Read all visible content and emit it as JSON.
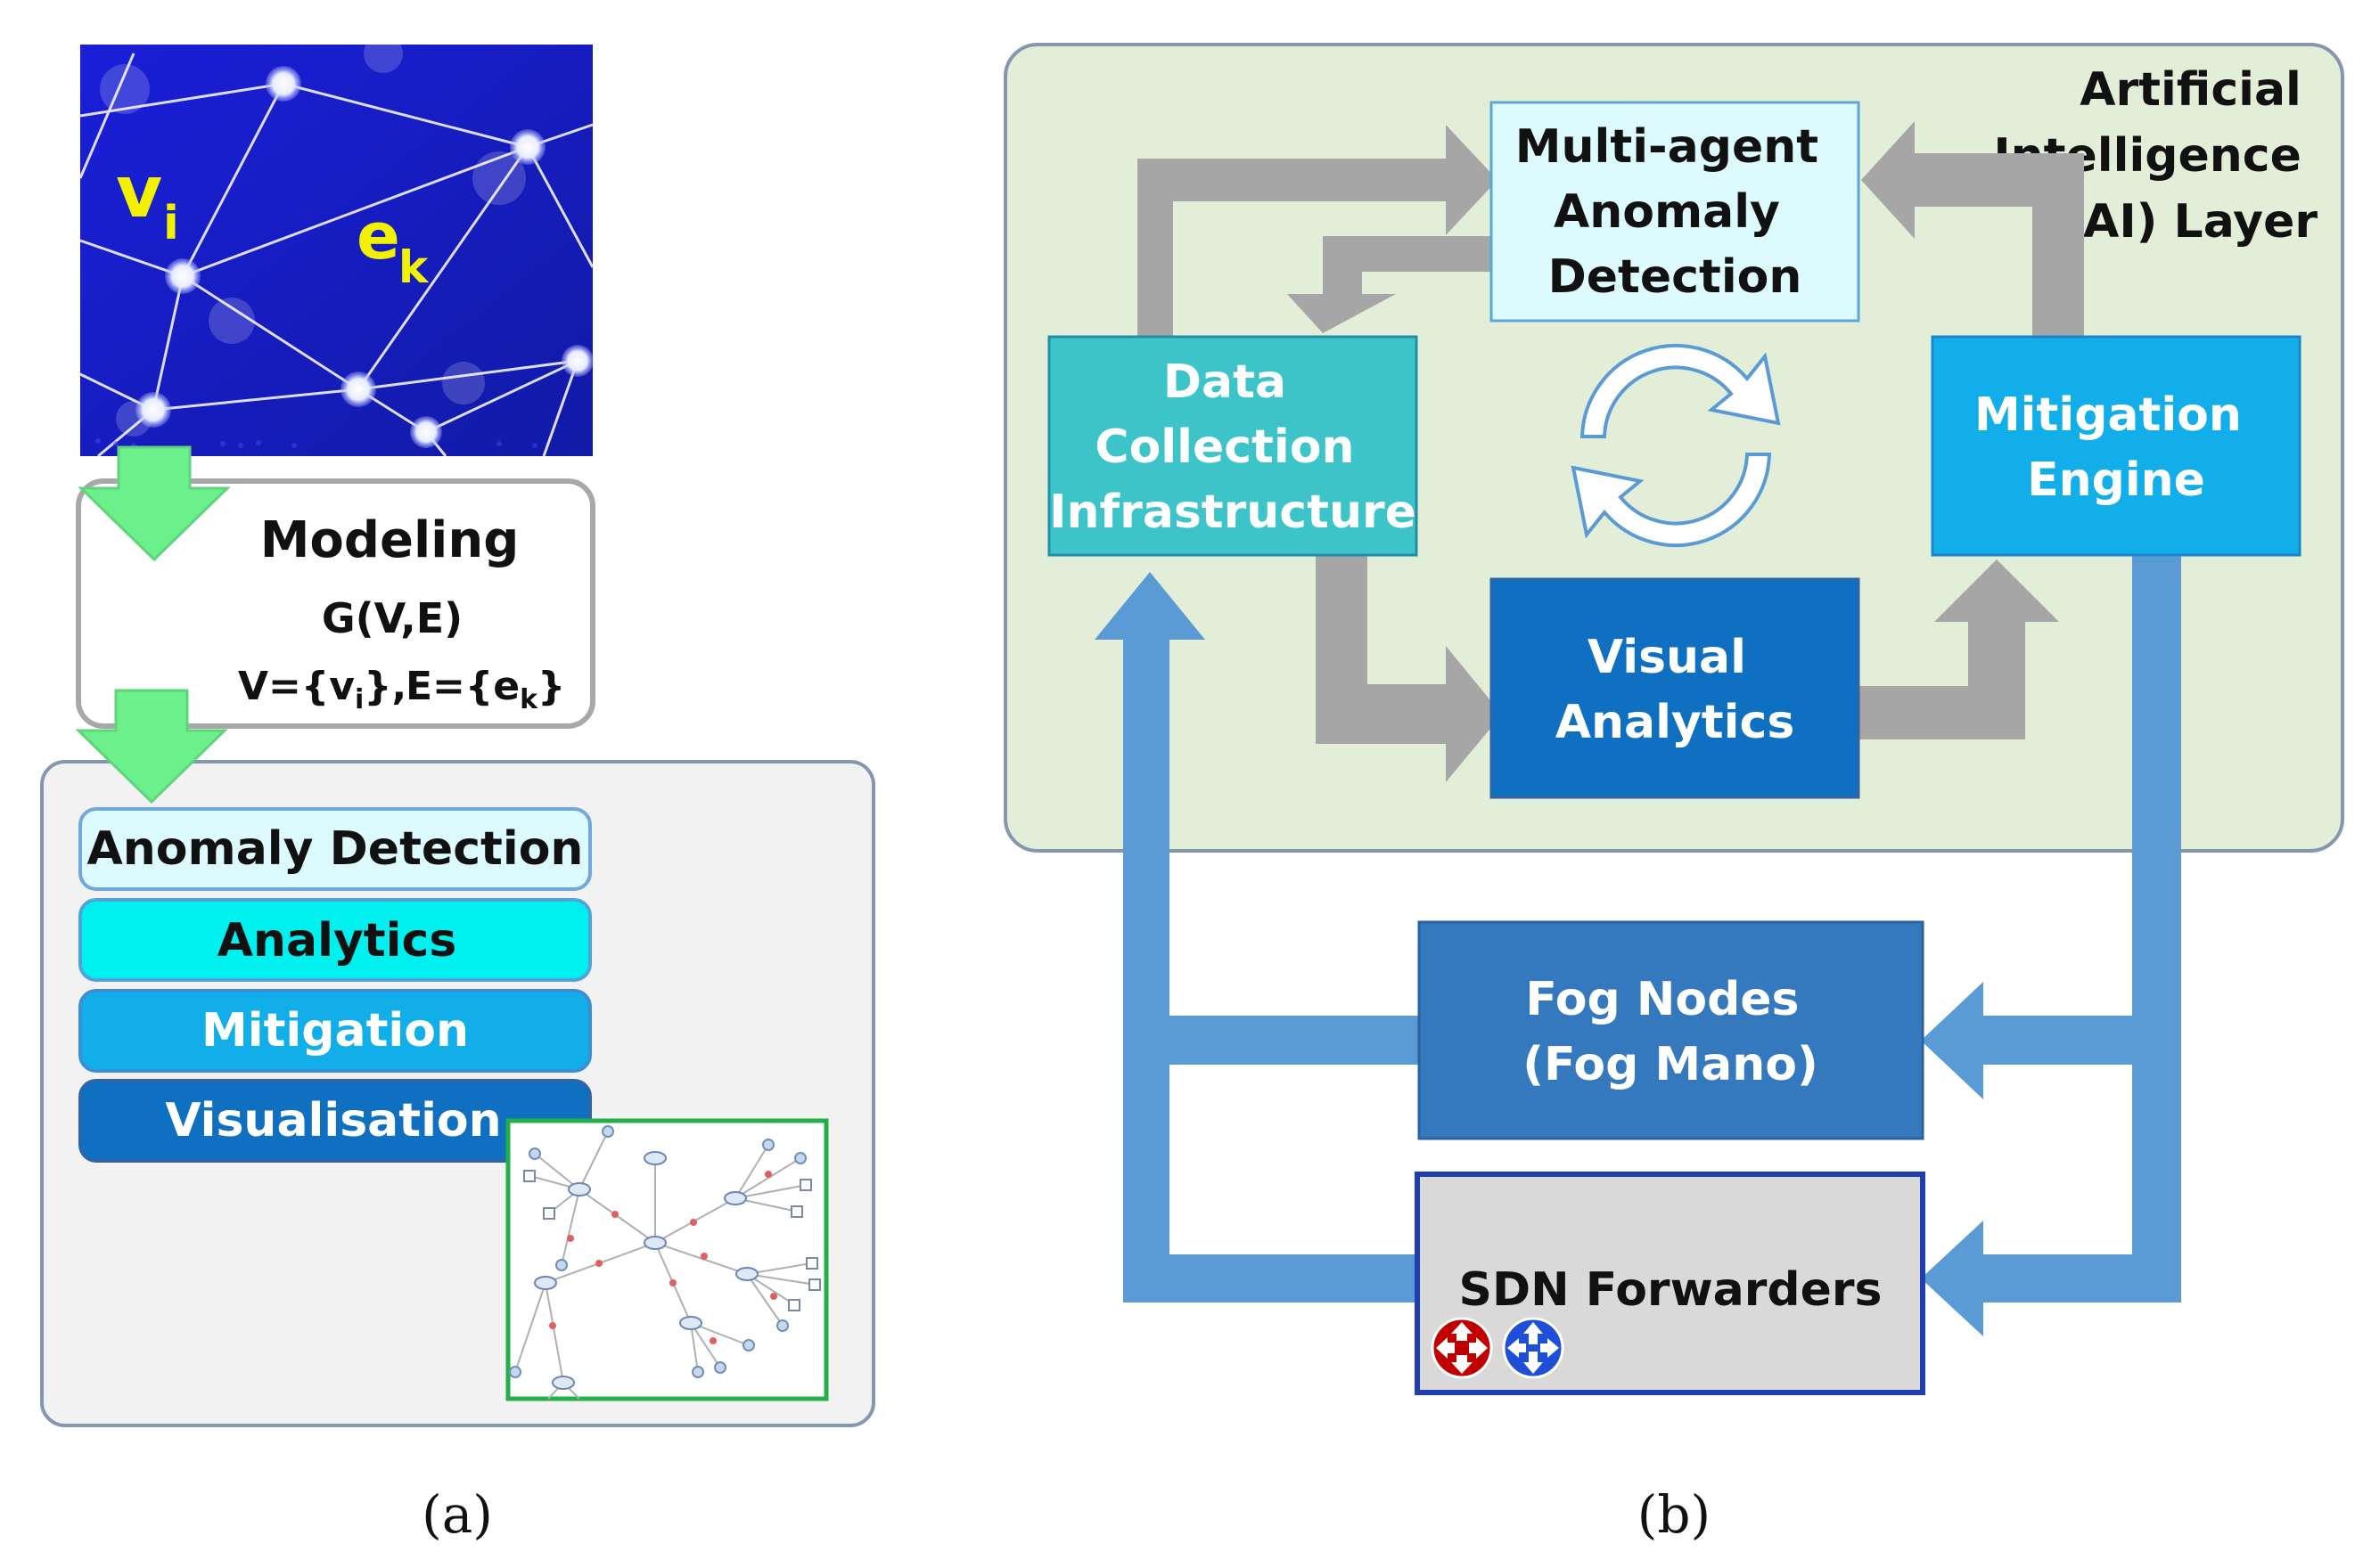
{
  "panel_a": {
    "graph_image": {
      "vertex_symbol": "v",
      "vertex_subscript": "i",
      "edge_symbol": "e",
      "edge_subscript": "k"
    },
    "modeling_box": {
      "title": "Modeling",
      "formula_graph": "G(V,E)",
      "formula_v_prefix": "V={v",
      "formula_v_sub": "i",
      "formula_v_suffix": "},",
      "formula_e_prefix": "E={e",
      "formula_e_sub": "k",
      "formula_e_suffix": "}"
    },
    "stack": [
      {
        "label": "Anomaly Detection"
      },
      {
        "label": "Analytics"
      },
      {
        "label": "Mitigation"
      },
      {
        "label": "Visualisation"
      }
    ],
    "caption": "(a)"
  },
  "panel_b": {
    "ai_layer_title": [
      "Artificial",
      "Intelligence",
      "(AI) Layer"
    ],
    "multi_agent": [
      "Multi-agent",
      "Anomaly",
      "Detection"
    ],
    "data_collection": [
      "Data",
      "Collection",
      "Infrastructure"
    ],
    "mitigation_engine": [
      "Mitigation",
      "Engine"
    ],
    "visual_analytics": [
      "Visual",
      "Analytics"
    ],
    "fog_nodes": [
      "Fog Nodes",
      "(Fog Mano)"
    ],
    "sdn_forwarders": "SDN Forwarders",
    "caption": "(b)"
  },
  "colors": {
    "graph_bg": "#1f23c8",
    "ai_layer_bg": "#e2eed8",
    "light_cyan": "#ddfaff",
    "cyan": "#00f0f0",
    "teal": "#3cc4c8",
    "sky": "#11aeea",
    "mid_blue": "#0f6fc0",
    "fog_blue": "#3478be",
    "sdn_gray": "#d9d9d9",
    "gray_arrow": "#a6a6a6",
    "blue_arrow": "#5b9bd5",
    "green_arrow": "#6cf08c",
    "red_router": "#c00000",
    "blue_router": "#1f4fd8"
  }
}
